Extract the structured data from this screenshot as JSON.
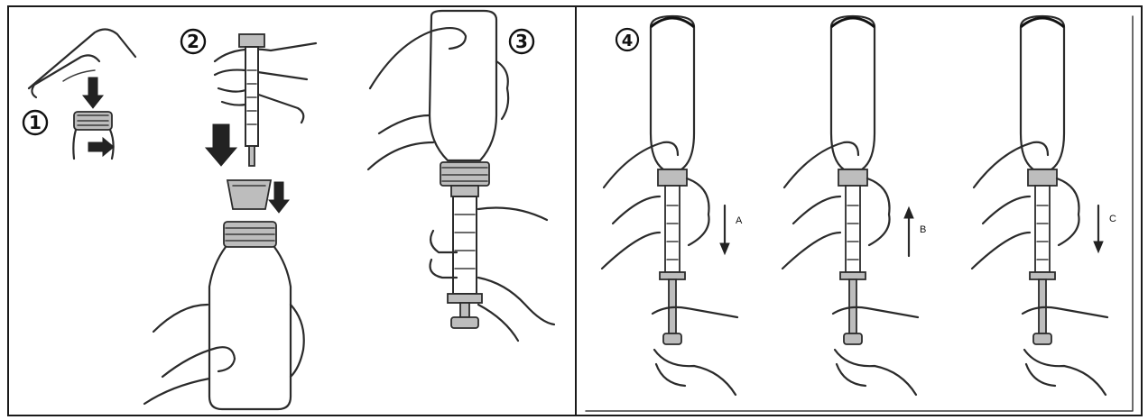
{
  "steps": {
    "step1": "1",
    "step2": "2",
    "step3": "3",
    "step4": "4"
  },
  "arrows": {
    "a": "A",
    "b": "B",
    "c": "C"
  }
}
